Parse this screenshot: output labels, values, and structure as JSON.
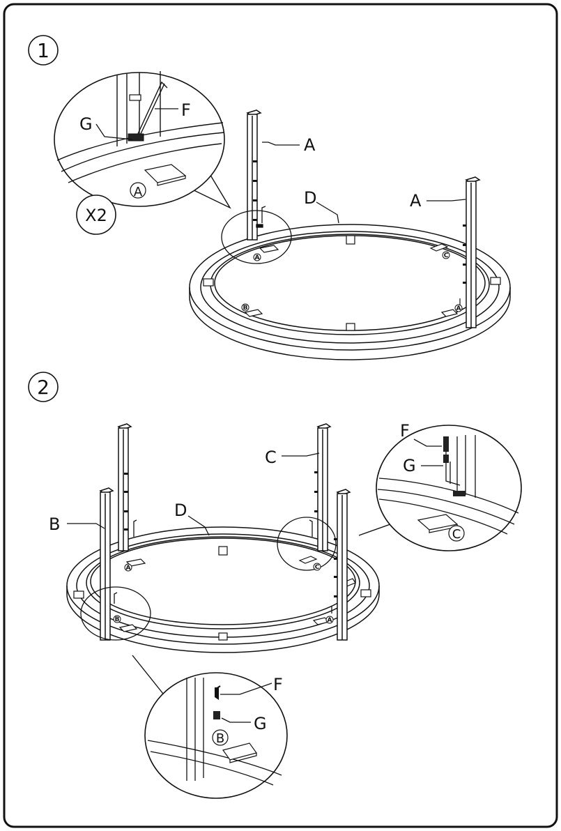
{
  "title": "",
  "step1": {
    "number": "1",
    "multiplier": "X2",
    "labels": {
      "A": "A",
      "D": "D",
      "F": "F",
      "G": "G"
    },
    "circled": {
      "A": "A",
      "B": "B",
      "C": "C"
    }
  },
  "step2": {
    "number": "2",
    "labels": {
      "B": "B",
      "C": "C",
      "D": "D",
      "F": "F",
      "G": "G"
    },
    "circled": {
      "A": "A",
      "B": "B",
      "C": "C"
    }
  },
  "colors": {
    "line": "#111111",
    "background": "#ffffff",
    "fill_dark": "#222222"
  }
}
